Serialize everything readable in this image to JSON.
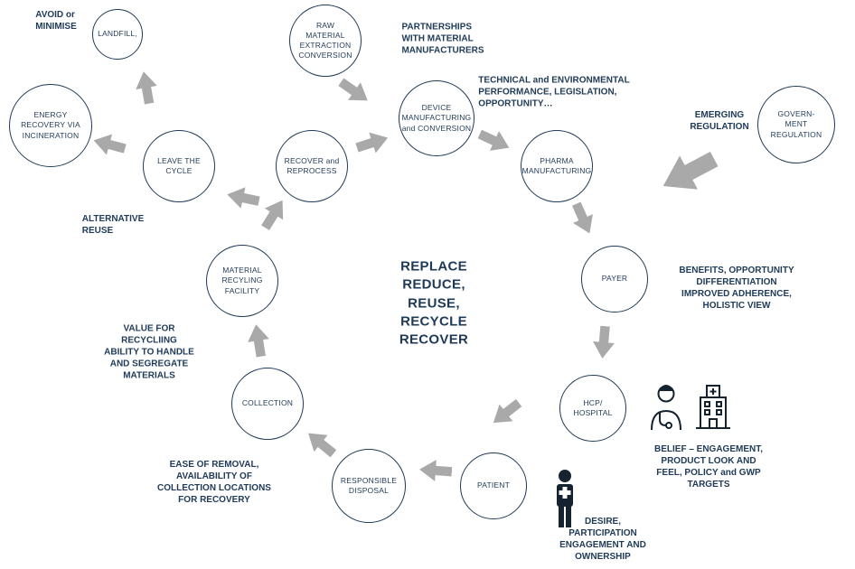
{
  "colors": {
    "ink": "#1f3a57",
    "arrow": "#a9a9a9",
    "icon": "#152330"
  },
  "diagram": {
    "center_text": "REPLACE\nREDUCE,\nREUSE,\nRECYCLE\nRECOVER",
    "nodes": {
      "landfill": "LANDFILL,",
      "raw_material": "RAW\nMATERIAL\nEXTRACTION\nCONVERSION",
      "device_manufacturing": "DEVICE\nMANUFACTURING\nand CONVERSION",
      "pharma_manufacturing": "PHARMA\nMANUFACTURING",
      "government_regulation": "GOVERN-\nMENT\nREGULATION",
      "payer": "PAYER",
      "hcp_hospital": "HCP/\nHOSPITAL",
      "patient": "PATIENT",
      "responsible_disposal": "RESPONSIBLE\nDISPOSAL",
      "collection": "COLLECTION",
      "material_recycling": "MATERIAL\nRECYLING\nFACILITY",
      "recover_reprocess": "RECOVER and\nREPROCESS",
      "leave_the_cycle": "LEAVE THE\nCYCLE",
      "energy_recovery": "ENERGY\nRECOVERY VIA\nINCINERATION"
    },
    "annotations": {
      "avoid_minimise": "AVOID or\nMINIMISE",
      "partnerships": "PARTNERSHIPS\nWITH MATERIAL\nMANUFACTURERS",
      "technical": "TECHNICAL and ENVIRONMENTAL\nPERFORMANCE, LEGISLATION,\nOPPORTUNITY…",
      "emerging_regulation": "EMERGING\nREGULATION",
      "benefits": "BENEFITS, OPPORTUNITY\nDIFFERENTIATION\nIMPROVED ADHERENCE,\nHOLISTIC VIEW",
      "belief": "BELIEF – ENGAGEMENT,\nPRODUCT LOOK AND\nFEEL, POLICY and GWP\nTARGETS",
      "desire": "DESIRE,\nPARTICIPATION\nENGAGEMENT AND\nOWNERSHIP",
      "ease_of_removal": "EASE OF REMOVAL,\nAVAILABILITY OF\nCOLLECTION LOCATIONS\nFOR RECOVERY",
      "value_for_recycling": "VALUE FOR\nRECYCLIING\nABILITY TO HANDLE\nAND SEGREGATE\nMATERIALS",
      "alternative_reuse": "ALTERNATIVE\nREUSE"
    },
    "icons": {
      "doctor": "doctor-icon",
      "hospital": "hospital-building-icon",
      "patient": "patient-person-icon"
    }
  }
}
